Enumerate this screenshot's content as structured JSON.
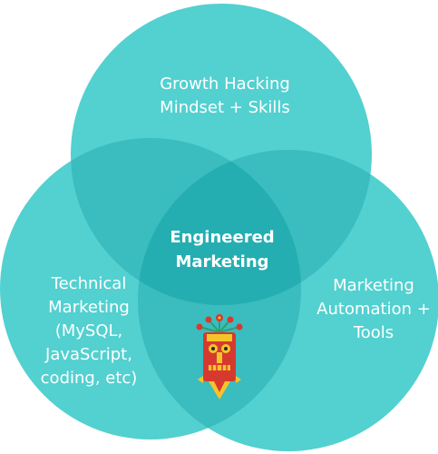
{
  "diagram": {
    "circles": [
      {
        "id": "growth",
        "lines": [
          "Growth Hacking",
          "Mindset + Skills"
        ]
      },
      {
        "id": "technical",
        "lines": [
          "Technical",
          "Marketing",
          "(MySQL,",
          "JavaScript,",
          "coding, etc)"
        ]
      },
      {
        "id": "automation",
        "lines": [
          "Marketing",
          "Automation +",
          "Tools"
        ]
      }
    ],
    "center_lines": [
      "Engineered",
      "Marketing"
    ],
    "colors": {
      "circle": "#53d0d0",
      "overlap_pair": "#3bbcbf",
      "overlap_center": "#24aeb1",
      "text": "#ffffff",
      "mascot_red": "#d63a2f",
      "mascot_yellow": "#f6c42a",
      "mascot_green": "#2f9e6e"
    },
    "mascot_icon": "tribal-mask-icon"
  }
}
